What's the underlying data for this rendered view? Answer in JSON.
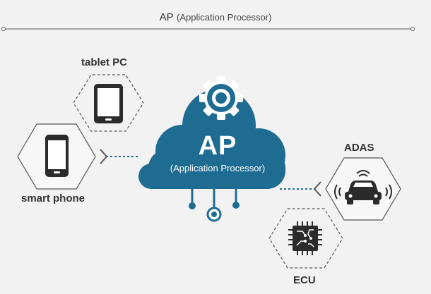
{
  "header": {
    "title_main": "AP",
    "title_sub": "(Application Processor)"
  },
  "center": {
    "title": "AP",
    "subtitle": "(Application Processor)"
  },
  "devices": {
    "tablet": "tablet PC",
    "phone": "smart phone",
    "adas": "ADAS",
    "ecu": "ECU"
  },
  "colors": {
    "cloud": "#1e6c91",
    "line": "#1e6c91",
    "outline": "#555555",
    "icon": "#2b2b2b"
  },
  "icons": [
    "gear-icon",
    "tablet-icon",
    "smartphone-icon",
    "car-icon",
    "chip-icon"
  ]
}
